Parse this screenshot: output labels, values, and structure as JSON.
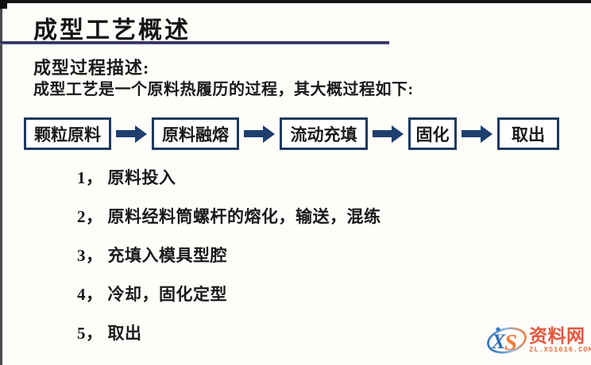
{
  "slide": {
    "title": "成型工艺概述",
    "section_heading": "成型过程描述:",
    "intro_text": "成型工艺是一个原料热履历的过程，其大概过程如下:",
    "flow_steps": [
      "颗粒原料",
      "原料融熔",
      "流动充填",
      "固化",
      "取出"
    ],
    "process_list": [
      {
        "num": "1，",
        "text": "原料投入"
      },
      {
        "num": "2，",
        "text": "原料经料筒螺杆的熔化，输送，混练"
      },
      {
        "num": "3，",
        "text": "充填入模具型腔"
      },
      {
        "num": "4，",
        "text": "冷却，固化定型"
      },
      {
        "num": "5，",
        "text": "取出"
      }
    ]
  },
  "watermark": {
    "logo_x": "X",
    "logo_s": "S",
    "site_name": "资料网",
    "site_url": "ZL.XS1616.COM"
  },
  "colors": {
    "flow_box_border": "#1e3a5f",
    "arrow": "#1e3f6e",
    "title_underline": "#32325f",
    "watermark_orange": "#e4573d",
    "watermark_url_orange": "#e8784a",
    "watermark_blue": "#2f6fb8",
    "frame_black": "#141414"
  }
}
